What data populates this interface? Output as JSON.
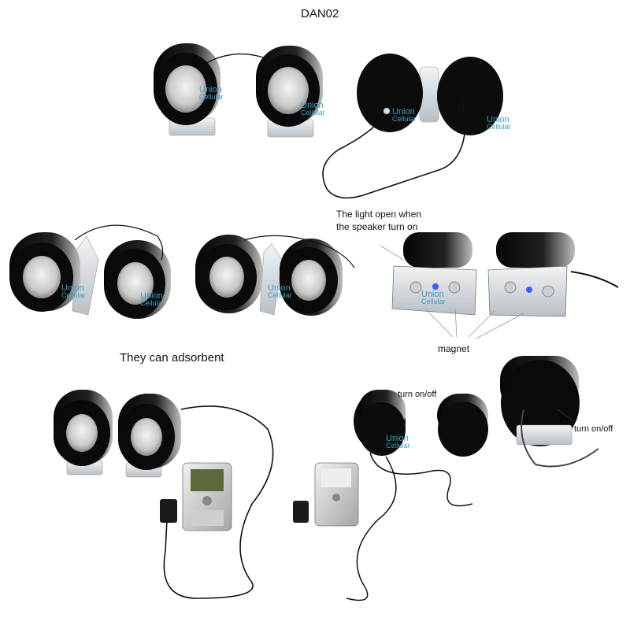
{
  "title": "DAN02",
  "annotations": {
    "light_line1": "The light  open when",
    "light_line2": "the speaker turn on",
    "magnet": "magnet",
    "adsorb": "They can adsorbent",
    "turn_onoff_1": "turn on/off",
    "turn_onoff_2": "turn on/off"
  },
  "watermark": {
    "line1": "Union",
    "line2": "Cellular"
  },
  "colors": {
    "speaker": "#111111",
    "chrome": "#d8d8d8",
    "watermark": "#3aa0c8",
    "led": "#3a5cff"
  }
}
